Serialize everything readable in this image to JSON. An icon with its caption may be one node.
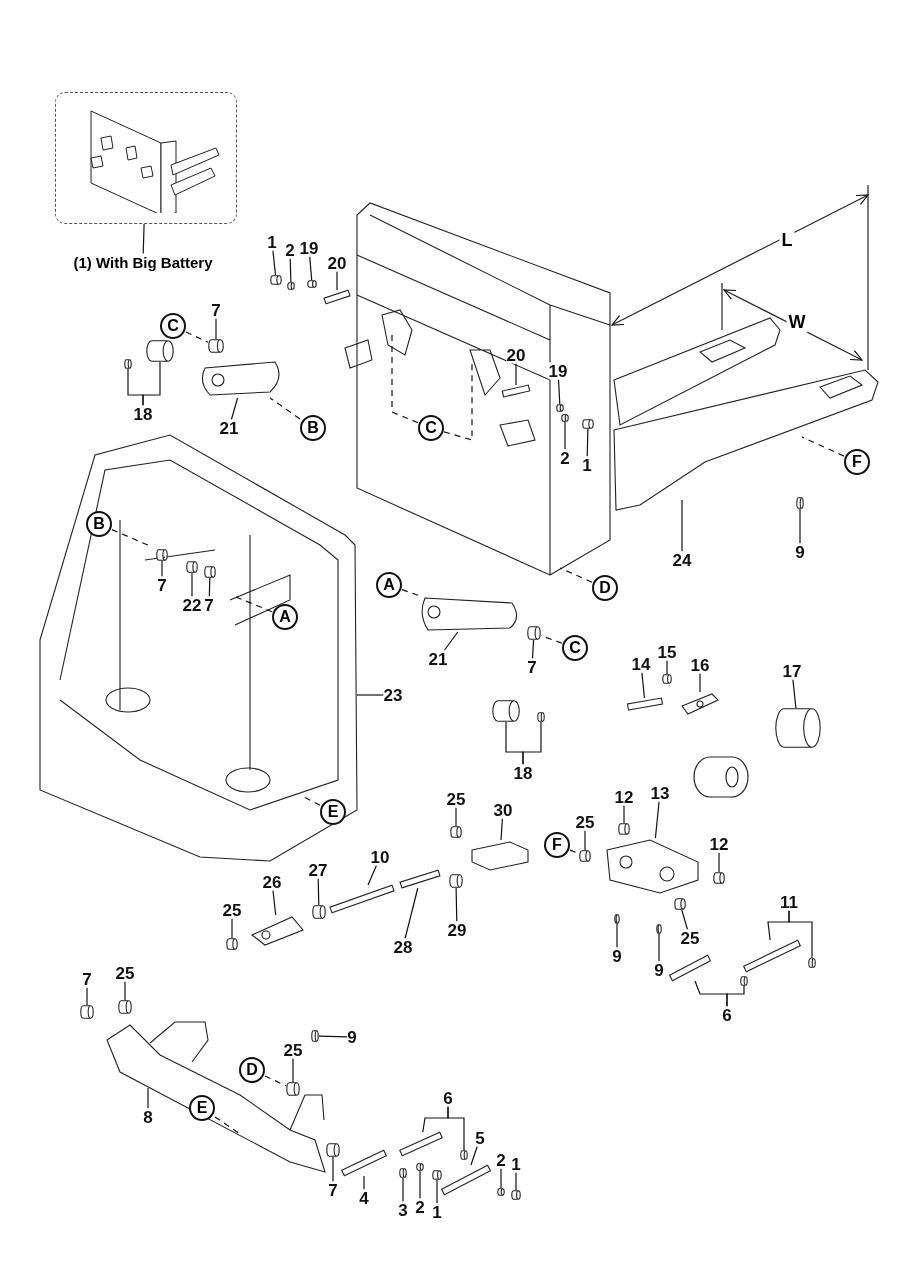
{
  "diagram": {
    "nodes": [
      {
        "text": [],
        "shape": "picture"
      },
      {
        "text": [
          "(1) With Big Battery"
        ]
      },
      {
        "text": [
          "1"
        ]
      },
      {
        "text": [
          "2"
        ]
      },
      {
        "text": [
          "19"
        ]
      },
      {
        "text": [
          "20"
        ]
      },
      {
        "text": [
          "7"
        ]
      },
      {
        "text": [
          "C"
        ]
      },
      {
        "text": [
          "18"
        ]
      },
      {
        "text": [
          "21"
        ]
      },
      {
        "text": [
          "B"
        ]
      },
      {
        "text": [
          "C"
        ],
        "in": 70
      },
      {
        "text": [
          "20"
        ],
        "in": 70
      },
      {
        "text": [
          "19"
        ],
        "in": 70
      },
      {
        "text": [
          "2"
        ],
        "in": 70
      },
      {
        "text": [
          "1"
        ],
        "in": 70
      },
      {
        "text": [
          "F"
        ],
        "in": 71
      },
      {
        "text": [
          "B"
        ],
        "in": 72
      },
      {
        "text": [
          "24"
        ]
      },
      {
        "text": [
          "9"
        ]
      },
      {
        "text": [
          "7"
        ],
        "in": 72
      },
      {
        "text": [
          "A"
        ]
      },
      {
        "text": [
          "D"
        ]
      },
      {
        "text": [
          "22"
        ],
        "in": 72
      },
      {
        "text": [
          "7"
        ],
        "in": 72
      },
      {
        "text": [
          "A"
        ],
        "in": 72
      },
      {
        "text": [
          "C"
        ]
      },
      {
        "text": [
          "21"
        ]
      },
      {
        "text": [
          "7"
        ]
      },
      {
        "text": [
          "14"
        ]
      },
      {
        "text": [
          "15"
        ]
      },
      {
        "text": [
          "16"
        ]
      },
      {
        "text": [
          "17"
        ]
      },
      {
        "text": [
          "23"
        ]
      },
      {
        "text": [
          "18"
        ]
      },
      {
        "text": [
          "12"
        ]
      },
      {
        "text": [
          "25"
        ]
      },
      {
        "text": [
          "13"
        ]
      },
      {
        "text": [
          "30"
        ]
      },
      {
        "text": [
          "E"
        ],
        "in": 72
      },
      {
        "text": [
          "25"
        ]
      },
      {
        "text": [
          "12"
        ]
      },
      {
        "text": [
          "F"
        ]
      },
      {
        "text": [
          "10"
        ]
      },
      {
        "text": [
          "27"
        ]
      },
      {
        "text": [
          "26"
        ]
      },
      {
        "text": [
          "11"
        ]
      },
      {
        "text": [
          "25"
        ]
      },
      {
        "text": [
          "29"
        ]
      },
      {
        "text": [
          "25"
        ]
      },
      {
        "text": [
          "28"
        ]
      },
      {
        "text": [
          "9"
        ]
      },
      {
        "text": [
          "9"
        ]
      },
      {
        "text": [
          "7"
        ]
      },
      {
        "text": [
          "25"
        ]
      },
      {
        "text": [
          "6"
        ]
      },
      {
        "text": [
          "9"
        ]
      },
      {
        "text": [
          "25"
        ],
        "in": 120
      },
      {
        "text": [
          "D"
        ],
        "in": 120
      },
      {
        "text": [
          "E"
        ],
        "in": 120
      },
      {
        "text": [
          "8"
        ],
        "in": 120
      },
      {
        "text": [
          "6"
        ]
      },
      {
        "text": [
          "5"
        ]
      },
      {
        "text": [
          "7"
        ]
      },
      {
        "text": [
          "4"
        ]
      },
      {
        "text": [
          "3"
        ]
      },
      {
        "text": [
          "2"
        ]
      },
      {
        "text": [
          "1"
        ]
      },
      {
        "text": [
          "2"
        ]
      },
      {
        "text": [
          "1"
        ]
      },
      {
        "text": [],
        "shape": "picture"
      },
      {
        "text": [],
        "shape": "picture"
      },
      {
        "text": [],
        "shape": "picture"
      },
      {
        "text": [],
        "shape": "bar"
      },
      {
        "text": [],
        "shape": "cylinder"
      },
      {
        "text": [],
        "shape": "cylinder"
      },
      {
        "text": [],
        "shape": "cylinder"
      },
      {
        "text": [],
        "shape": "cylinder"
      },
      {
        "text": [],
        "shape": "cylinder"
      },
      {
        "text": [],
        "shape": "cylinder"
      },
      {
        "text": [],
        "shape": "picture"
      },
      {
        "text": [],
        "shape": "bar",
        "in": 70
      },
      {
        "text": [],
        "shape": "cylinder",
        "in": 70
      },
      {
        "text": [],
        "shape": "cylinder",
        "in": 70
      },
      {
        "text": [],
        "shape": "cylinder",
        "in": 70
      },
      {
        "text": [],
        "shape": "cylinder",
        "in": 71
      },
      {
        "text": [],
        "shape": "cylinder",
        "in": 72
      },
      {
        "text": [],
        "shape": "cylinder",
        "in": 72
      },
      {
        "text": [],
        "shape": "cylinder",
        "in": 72
      },
      {
        "text": [],
        "shape": "picture"
      },
      {
        "text": [],
        "shape": "cylinder"
      },
      {
        "text": [],
        "shape": "bar"
      },
      {
        "text": [],
        "shape": "cylinder"
      },
      {
        "text": [],
        "shape": "picture"
      },
      {
        "text": [],
        "shape": "cylinder"
      },
      {
        "text": [],
        "shape": "cylinder"
      },
      {
        "text": [],
        "shape": "cylinder"
      },
      {
        "text": [],
        "shape": "cylinder"
      },
      {
        "text": [],
        "shape": "cylinder"
      },
      {
        "text": [],
        "shape": "picture"
      },
      {
        "text": [],
        "shape": "picture"
      },
      {
        "text": [],
        "shape": "cylinder"
      },
      {
        "text": [],
        "shape": "cylinder"
      },
      {
        "text": [],
        "shape": "bar"
      },
      {
        "text": [],
        "shape": "bar"
      },
      {
        "text": [],
        "shape": "cylinder"
      },
      {
        "text": [],
        "shape": "picture"
      },
      {
        "text": [],
        "shape": "bar"
      },
      {
        "text": [],
        "shape": "cylinder"
      },
      {
        "text": [],
        "shape": "cylinder"
      },
      {
        "text": [],
        "shape": "cylinder"
      },
      {
        "text": [],
        "shape": "cylinder"
      },
      {
        "text": [],
        "shape": "cylinder"
      },
      {
        "text": [],
        "shape": "cylinder"
      },
      {
        "text": [],
        "shape": "cylinder"
      },
      {
        "text": [],
        "shape": "cylinder"
      },
      {
        "text": [],
        "shape": "bar"
      },
      {
        "text": [],
        "shape": "cylinder"
      },
      {
        "text": [],
        "shape": "cylinder",
        "in": 120
      },
      {
        "text": [],
        "shape": "cylinder",
        "in": 120
      },
      {
        "text": [],
        "shape": "picture"
      },
      {
        "text": [],
        "shape": "bar"
      },
      {
        "text": [],
        "shape": "cylinder"
      },
      {
        "text": [],
        "shape": "bar"
      },
      {
        "text": [],
        "shape": "cylinder"
      },
      {
        "text": [],
        "shape": "bar"
      },
      {
        "text": [],
        "shape": "cylinder"
      },
      {
        "text": [],
        "shape": "cylinder"
      },
      {
        "text": [],
        "shape": "cylinder"
      },
      {
        "text": [],
        "shape": "cylinder"
      },
      {
        "text": [],
        "shape": "cylinder"
      }
    ],
    "edges": [
      {
        "from": 1,
        "to": 0,
        "arrow": "none"
      },
      {
        "from": 2,
        "to": 74,
        "arrow": "none"
      },
      {
        "from": 3,
        "to": 75,
        "arrow": "none"
      },
      {
        "from": 4,
        "to": 76,
        "arrow": "none"
      },
      {
        "from": 5,
        "to": 73,
        "arrow": "none"
      },
      {
        "from": 6,
        "to": 77,
        "arrow": "none"
      },
      {
        "from": 7,
        "to": 77,
        "arrow": "none",
        "style": "dashed"
      },
      {
        "from": 8,
        "to": 78,
        "arrow": "none"
      },
      {
        "from": 8,
        "to": 79,
        "arrow": "none"
      },
      {
        "from": 9,
        "to": 80,
        "arrow": "none"
      },
      {
        "from": 10,
        "to": 80,
        "arrow": "none",
        "style": "dashed"
      },
      {
        "from": 11,
        "to": 70,
        "arrow": "none",
        "style": "dashed"
      },
      {
        "from": 11,
        "to": 70,
        "arrow": "none",
        "style": "dashed"
      },
      {
        "from": 12,
        "to": 81,
        "arrow": "none"
      },
      {
        "from": 13,
        "to": 82,
        "arrow": "none"
      },
      {
        "from": 14,
        "to": 83,
        "arrow": "none"
      },
      {
        "from": 15,
        "to": 84,
        "arrow": "none"
      },
      {
        "from": 16,
        "to": 71,
        "arrow": "none",
        "style": "dashed"
      },
      {
        "from": 17,
        "to": 72,
        "arrow": "none",
        "style": "dashed"
      },
      {
        "from": 18,
        "to": 71,
        "arrow": "none"
      },
      {
        "from": 19,
        "to": 85,
        "arrow": "none"
      },
      {
        "from": 20,
        "to": 86,
        "arrow": "none"
      },
      {
        "from": 21,
        "to": 89,
        "arrow": "none",
        "style": "dashed"
      },
      {
        "from": 22,
        "to": 70,
        "arrow": "none",
        "style": "dashed"
      },
      {
        "from": 23,
        "to": 87,
        "arrow": "none"
      },
      {
        "from": 24,
        "to": 88,
        "arrow": "none"
      },
      {
        "from": 25,
        "to": 72,
        "arrow": "none",
        "style": "dashed"
      },
      {
        "from": 26,
        "to": 90,
        "arrow": "none",
        "style": "dashed"
      },
      {
        "from": 27,
        "to": 89,
        "arrow": "none"
      },
      {
        "from": 28,
        "to": 90,
        "arrow": "none"
      },
      {
        "from": 29,
        "to": 91,
        "arrow": "none"
      },
      {
        "from": 30,
        "to": 92,
        "arrow": "none"
      },
      {
        "from": 31,
        "to": 93,
        "arrow": "none"
      },
      {
        "from": 32,
        "to": 94,
        "arrow": "none"
      },
      {
        "from": 33,
        "to": 72,
        "arrow": "none"
      },
      {
        "from": 34,
        "to": 95,
        "arrow": "none"
      },
      {
        "from": 34,
        "to": 96,
        "arrow": "none"
      },
      {
        "from": 35,
        "to": 97,
        "arrow": "none"
      },
      {
        "from": 36,
        "to": 98,
        "arrow": "none"
      },
      {
        "from": 37,
        "to": 99,
        "arrow": "none"
      },
      {
        "from": 38,
        "to": 100,
        "arrow": "none"
      },
      {
        "from": 39,
        "to": 72,
        "arrow": "none",
        "style": "dashed"
      },
      {
        "from": 40,
        "to": 101,
        "arrow": "none"
      },
      {
        "from": 41,
        "to": 102,
        "arrow": "none"
      },
      {
        "from": 42,
        "to": 101,
        "arrow": "none",
        "style": "dashed"
      },
      {
        "from": 43,
        "to": 103,
        "arrow": "none"
      },
      {
        "from": 44,
        "to": 105,
        "arrow": "none"
      },
      {
        "from": 45,
        "to": 106,
        "arrow": "none"
      },
      {
        "from": 46,
        "to": 107,
        "arrow": "none"
      },
      {
        "from": 46,
        "to": 108,
        "arrow": "none"
      },
      {
        "from": 47,
        "to": 109,
        "arrow": "none"
      },
      {
        "from": 48,
        "to": 110,
        "arrow": "none"
      },
      {
        "from": 49,
        "to": 111,
        "arrow": "none"
      },
      {
        "from": 50,
        "to": 104,
        "arrow": "none"
      },
      {
        "from": 51,
        "to": 112,
        "arrow": "none"
      },
      {
        "from": 52,
        "to": 113,
        "arrow": "none"
      },
      {
        "from": 53,
        "to": 114,
        "arrow": "none"
      },
      {
        "from": 54,
        "to": 115,
        "arrow": "none"
      },
      {
        "from": 55,
        "to": 116,
        "arrow": "none"
      },
      {
        "from": 55,
        "to": 117,
        "arrow": "none"
      },
      {
        "from": 56,
        "to": 118,
        "arrow": "none"
      },
      {
        "from": 57,
        "to": 119,
        "arrow": "none"
      },
      {
        "from": 58,
        "to": 119,
        "arrow": "none",
        "style": "dashed"
      },
      {
        "from": 59,
        "to": 120,
        "arrow": "none",
        "style": "dashed"
      },
      {
        "from": 60,
        "to": 120,
        "arrow": "none"
      },
      {
        "from": 61,
        "to": 121,
        "arrow": "none"
      },
      {
        "from": 61,
        "to": 122,
        "arrow": "none"
      },
      {
        "from": 62,
        "to": 123,
        "arrow": "none"
      },
      {
        "from": 63,
        "to": 124,
        "arrow": "none"
      },
      {
        "from": 64,
        "to": 125,
        "arrow": "none"
      },
      {
        "from": 65,
        "to": 126,
        "arrow": "none"
      },
      {
        "from": 66,
        "to": 127,
        "arrow": "none"
      },
      {
        "from": 67,
        "to": 128,
        "arrow": "none"
      },
      {
        "from": 68,
        "to": 129,
        "arrow": "none"
      },
      {
        "from": 69,
        "to": 130,
        "arrow": "none"
      }
    ],
    "labels": [
      "L",
      "W"
    ]
  }
}
